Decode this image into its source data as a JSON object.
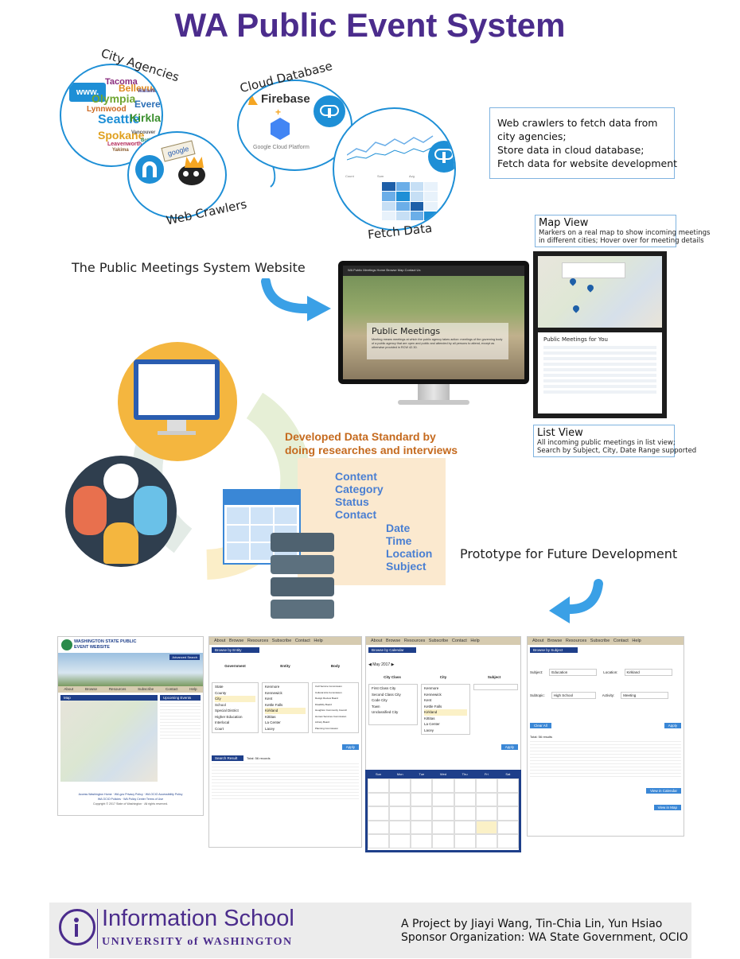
{
  "title": "WA Public Event System",
  "pipeline": {
    "city_agencies_label": "City Agencies",
    "cloud_database_label": "Cloud Database",
    "web_crawlers_label": "Web Crawlers",
    "fetch_data_label": "Fetch Data",
    "www_label": "www.",
    "firebase_label": "Firebase",
    "plus_label": "+",
    "google_cloud_label": "Google Cloud Platform",
    "google_sign_label": "google",
    "city_words": [
      "Tacoma",
      "Bellevue",
      "Olympia",
      "Everett",
      "Lynnwood",
      "Seattle",
      "Kirkland",
      "Spokane",
      "Vancouver",
      "Leavenworth",
      "WallaWalla",
      "Yakima",
      "Bothell"
    ],
    "fetch_table_header": [
      "Count",
      "Sum",
      "Avg"
    ],
    "description_lines": [
      "Web crawlers to fetch data from",
      "city agencies;",
      "Store data in cloud database;",
      "Fetch data for website development"
    ]
  },
  "website": {
    "label": "The Public Meetings System Website",
    "screen_nav": "WA Public Meetings   Home   Browse Map   Contact Us",
    "screen_title": "Public Meetings",
    "screen_text": "Meeting means meetings at which the public agency takes action: meetings of the governing body of a public agency that are open and public and attended by all persons to attend, except as otherwise provided in RCW 42.30.",
    "list_panel_title": "Public Meetings for You",
    "map_view_title": "Map View",
    "map_view_desc": [
      "Markers on a real map to show incoming meetings",
      "in different cities; Hover over for meeting details"
    ],
    "list_view_title": "List View",
    "list_view_desc": [
      "All incoming public meetings in list view;",
      "Search by Subject, City, Date Range supported"
    ]
  },
  "data_standard": {
    "title_lines": [
      "Developed Data Standard by",
      "doing researches and interviews"
    ],
    "fields_group_1": [
      "Content",
      "Category",
      "Status",
      "Contact"
    ],
    "fields_group_2": [
      "Date",
      "Time",
      "Location",
      "Subject"
    ]
  },
  "prototype": {
    "label": "Prototype for Future Development",
    "screen1": {
      "header": "WASHINGTON STATE PUBLIC EVENT WEBSITE",
      "search_button": "Advanced Search",
      "nav": [
        "About",
        "Browse",
        "Resources",
        "Subscribe",
        "Contact",
        "Help"
      ],
      "map_label": "Map",
      "upcoming_label": "Upcoming Events",
      "footer_links": "Access Washington Home  ·  WA.gov Privacy Policy  ·  WA OCIO Accessibility Policy",
      "footer_links_2": "WA OCIO Policies  ·  WA Policy Center Terms of Use",
      "copyright": "Copyright © 2017 State of Washington · All rights reserved."
    },
    "screen2": {
      "tab": "Browse by Entity",
      "columns": [
        "Government",
        "Entity",
        "Body"
      ],
      "gov_items": [
        "State",
        "County",
        "City",
        "School",
        "Special District",
        "Higher Education",
        "Interlocal",
        "Court"
      ],
      "entity_items": [
        "Kenmore",
        "Kennewick",
        "Kent",
        "Kettle Falls",
        "Kirkland",
        "Kittitas",
        "La Center",
        "Lacey"
      ],
      "body_items": [
        "Civil Service Commission",
        "Cultural Arts Commission",
        "Design Review Board",
        "Disability Board",
        "Houghton Community Council",
        "Human Services Commission",
        "Library Board",
        "Planning Commission"
      ],
      "apply": "Apply",
      "result_label": "Search Result",
      "result_count": "Total: 56 records"
    },
    "screen3": {
      "tab": "Browse by Calendar",
      "month": "May 2017",
      "columns": [
        "City Class",
        "City",
        "Subject"
      ],
      "class_items": [
        "First Class City",
        "Second Class City",
        "Code City",
        "Town",
        "Unclassified City"
      ],
      "city_items": [
        "Kenmore",
        "Kennewick",
        "Kent",
        "Kettle Falls",
        "Kirkland",
        "Kittitas",
        "La Center",
        "Lacey"
      ],
      "apply": "Apply",
      "weekdays": [
        "Sun",
        "Mon",
        "Tue",
        "Wed",
        "Thu",
        "Fri",
        "Sat"
      ]
    },
    "screen4": {
      "tab": "Browse by Subject",
      "subject_label": "Subject:",
      "subject_value": "Education",
      "location_label": "Location:",
      "location_value": "Kirkland",
      "subtopic_label": "Subtopic:",
      "subtopic_value": "High School",
      "activity_label": "Activity:",
      "activity_value": "Meeting",
      "clear": "Clear All",
      "apply": "Apply",
      "total": "Total: 56 results",
      "view_calendar": "View in Calendar",
      "view_map": "View in Map"
    }
  },
  "footer": {
    "school": "Information School",
    "university": "UNIVERSITY of WASHINGTON",
    "credit_lines": [
      "A Project by Jiayi Wang, Tin-Chia Lin, Yun Hsiao",
      "Sponsor Organization: WA State Government, OCIO"
    ]
  },
  "colors": {
    "title": "#4b2c8c",
    "accent_blue": "#1e8fd6",
    "orange": "#c56a1e",
    "field_blue": "#4a7fd2"
  }
}
